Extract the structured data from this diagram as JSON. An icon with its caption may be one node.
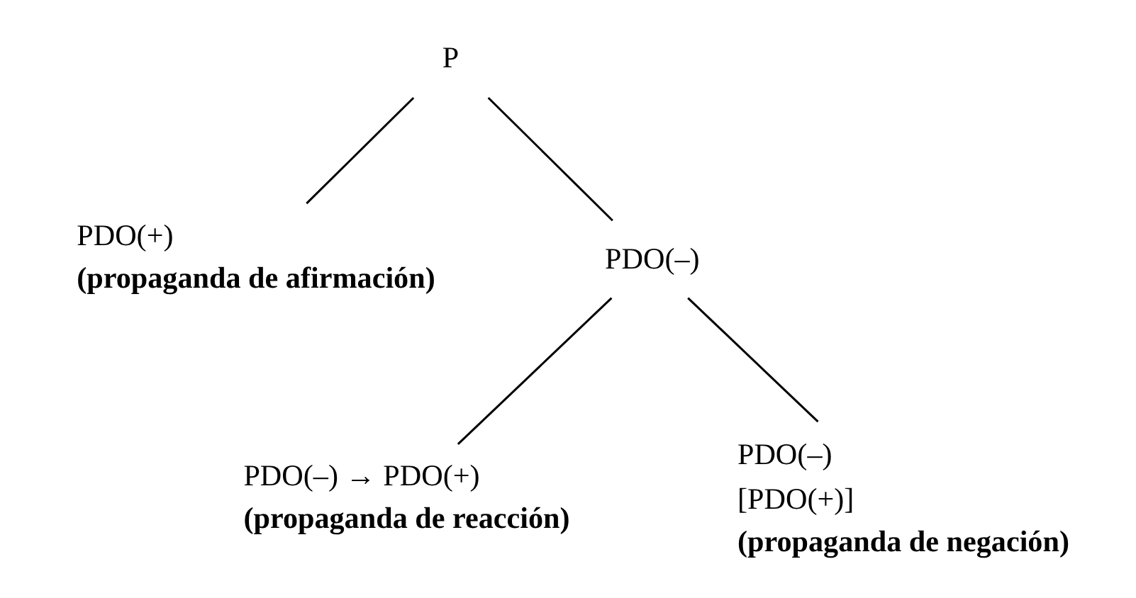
{
  "diagram": {
    "nodes": [
      {
        "text": [
          "P"
        ]
      },
      {
        "text": [
          "PDO(+)"
        ],
        "beside": [
          "(propaganda de afirmación)"
        ]
      },
      {
        "text": [
          "PDO(–)"
        ]
      },
      {
        "text": [
          "PDO(–) → PDO(+)"
        ],
        "beside": [
          "(propaganda de reacción)"
        ]
      },
      {
        "text": [
          "PDO(–)",
          "[PDO(+)]"
        ],
        "beside": [
          "(propaganda de negación)"
        ]
      }
    ],
    "edges": [
      {
        "from": 0,
        "to": 1,
        "arrow": "none"
      },
      {
        "from": 0,
        "to": 2,
        "arrow": "none"
      },
      {
        "from": 2,
        "to": 3,
        "arrow": "none"
      },
      {
        "from": 2,
        "to": 4,
        "arrow": "none"
      }
    ]
  }
}
